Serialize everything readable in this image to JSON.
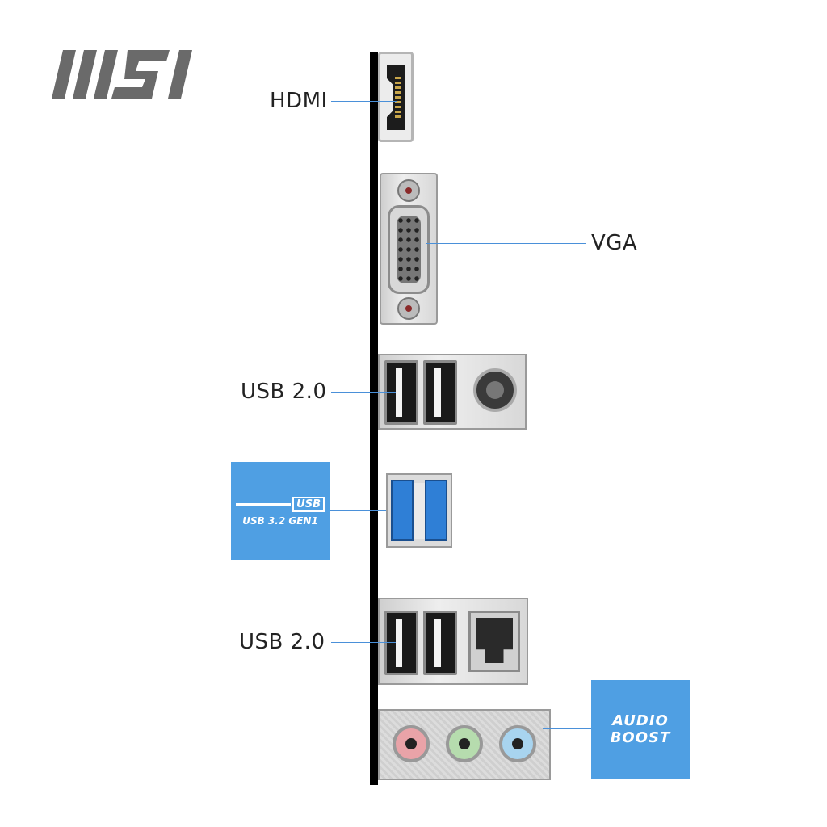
{
  "brand": {
    "logo_text": "MSI",
    "color": "#666666"
  },
  "ports": {
    "hdmi": "HDMI",
    "vga": "VGA",
    "usb20_top": "USB 2.0",
    "usb32_badge": {
      "line1": "USB",
      "line2": "USB 3.2 GEN1"
    },
    "usb20_bottom": "USB 2.0",
    "audio_badge": {
      "line1": "AUDIO",
      "line2": "BOOST"
    }
  },
  "colors": {
    "accent": "#4f9fe3",
    "leader": "#4a90d9",
    "usb3_blue": "#2f7fd6",
    "audio_pink": "#e9a3a8",
    "audio_green": "#b6dcae",
    "audio_blue": "#a8d4ef",
    "bracket": "#000000"
  }
}
